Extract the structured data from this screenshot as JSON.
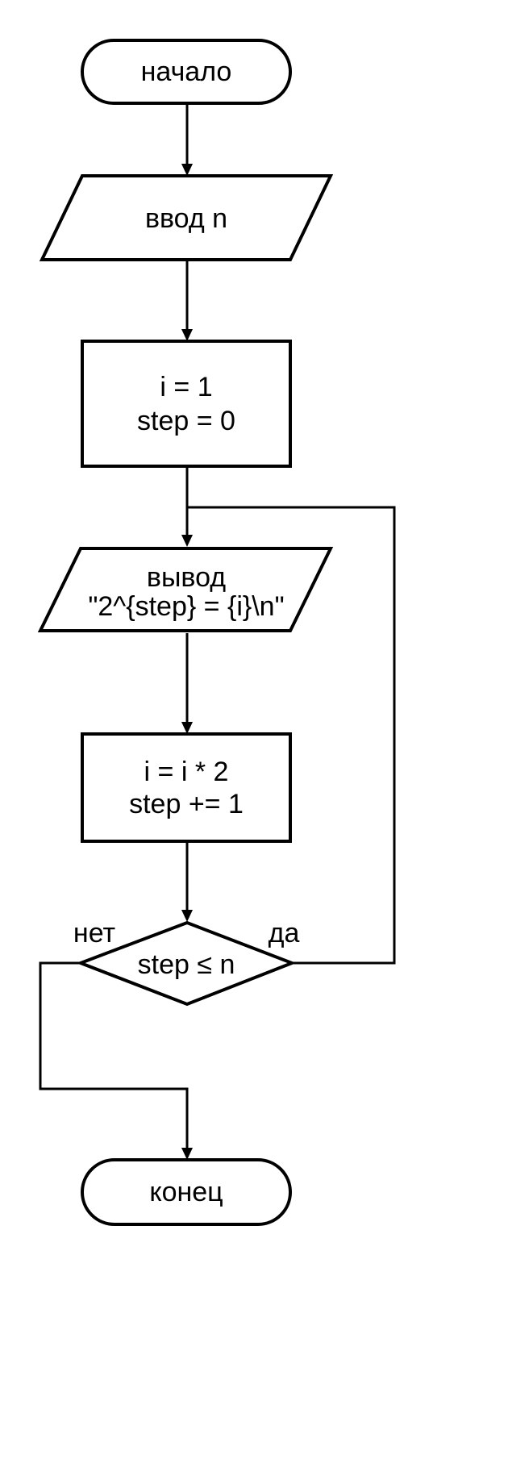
{
  "diagram": {
    "start": {
      "label": "начало"
    },
    "input": {
      "label": "ввод n"
    },
    "init": {
      "line1": "i = 1",
      "line2": "step = 0"
    },
    "output": {
      "line1": "вывод",
      "line2": "\"2^{step} = {i}\\n\""
    },
    "update": {
      "line1": "i = i * 2",
      "line2": "step += 1"
    },
    "condition": {
      "label": "step ≤ n",
      "no_label": "нет",
      "yes_label": "да"
    },
    "end": {
      "label": "конец"
    }
  }
}
